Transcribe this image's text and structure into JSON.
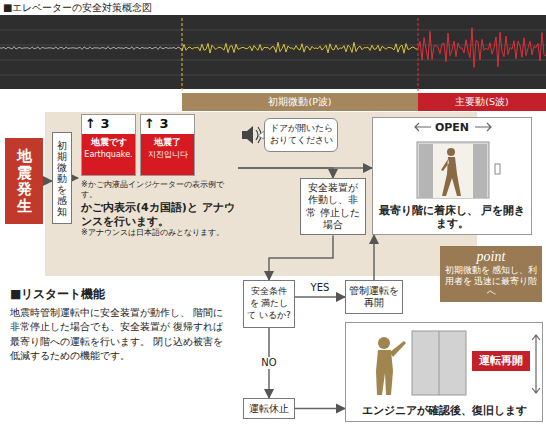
{
  "diagram": {
    "title": "■エレベーターの安全対策概念図",
    "nodes": [
      {
        "text": [
          "初期微動(P波)"
        ]
      },
      {
        "text": [
          "主要動(S波)"
        ]
      },
      {
        "text": [
          "地震発生"
        ]
      },
      {
        "text": [
          "初期微動を感知"
        ]
      },
      {
        "text": [
          "※かご内液晶インジケーターの表示例です。",
          "かご内表示(4カ国語)と アナウンスを行います。",
          "※アナウンスは日本語のみとなります。"
        ]
      },
      {
        "text": [
          "↑ 3",
          "地震です",
          "Earthquake."
        ],
        "in": 4
      },
      {
        "text": [
          "↑ 3",
          "地震了",
          "지진입니다"
        ],
        "in": 4
      },
      {
        "text": [
          "ドアが開いたら おりてください"
        ]
      },
      {
        "text": [
          "安全装置が 作動し、非常 停止した場合"
        ]
      },
      {
        "text": [
          "OPEN",
          "最寄り階に着床し、 戸を開きます。"
        ]
      },
      {
        "text": [
          "point",
          "初期微動を 感知し、利用者を 迅速に最寄り階へ"
        ]
      },
      {
        "text": [
          "■リスタート機能",
          "地震時管制運転中に安全装置が動作し、 階間に非常停止した場合でも、安全装置が 復帰すれば最寄り階への運転を行います。 閉じ込め被害を低減するための機能です。"
        ]
      },
      {
        "text": [
          "安全条件を 満たして いるか?"
        ]
      },
      {
        "text": [
          "管制運転を 再開"
        ]
      },
      {
        "text": [
          "運転休止"
        ]
      },
      {
        "text": [
          "エンジニアが確認後、復旧します"
        ]
      },
      {
        "text": [
          "運転再開"
        ],
        "in": 15
      }
    ],
    "edges": [
      {
        "from": 2,
        "to": 3,
        "arrow": "to"
      },
      {
        "from": 3,
        "to": 4,
        "arrow": "to"
      },
      {
        "from": 4,
        "to": 9,
        "arrow": "to"
      },
      {
        "from": 4,
        "to": 8,
        "arrow": "to"
      },
      {
        "from": 8,
        "to": 12,
        "arrow": "to"
      },
      {
        "from": 12,
        "to": 13,
        "label": "YES",
        "arrow": "to"
      },
      {
        "from": 13,
        "to": 9,
        "arrow": "to"
      },
      {
        "from": 12,
        "to": 14,
        "label": "NO",
        "arrow": "to"
      },
      {
        "from": 14,
        "to": 15,
        "arrow": "to"
      }
    ]
  }
}
